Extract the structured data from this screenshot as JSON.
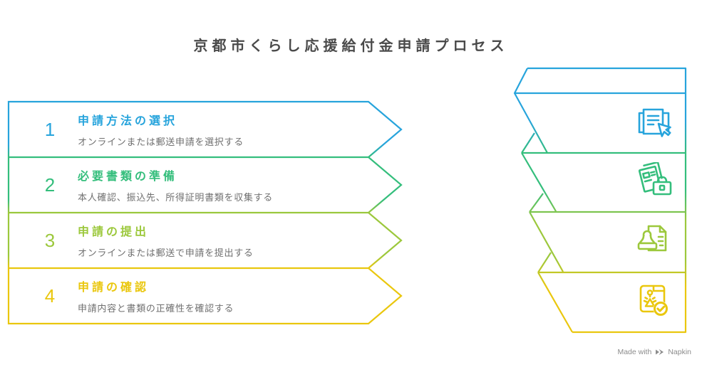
{
  "title": "京都市くらし応援給付金申請プロセス",
  "steps": [
    {
      "number": "1",
      "title": "申請方法の選択",
      "description": "オンラインまたは郵送申請を選択する",
      "color": "#27A4DC",
      "icon": "document-click-icon"
    },
    {
      "number": "2",
      "title": "必要書類の準備",
      "description": "本人確認、振込先、所得証明書類を収集する",
      "color": "#34BE7C",
      "icon": "documents-briefcase-icon"
    },
    {
      "number": "3",
      "title": "申請の提出",
      "description": "オンラインまたは郵送で申請を提出する",
      "color": "#9CC83C",
      "icon": "stamp-document-icon"
    },
    {
      "number": "4",
      "title": "申請の確認",
      "description": "申請内容と書類の正確性を確認する",
      "color": "#EAC70E",
      "icon": "certificate-check-icon"
    }
  ],
  "palette": {
    "step1_blue": "#27A4DC",
    "step2_green": "#34BE7C",
    "step3_yellow_green": "#9CC83C",
    "step4_yellow": "#EAC70E",
    "heading_text": "#4A4A4A",
    "description_text": "#707070",
    "footer_text": "#8C8C8C"
  },
  "footer": {
    "made_with": "Made with",
    "brand": "Napkin"
  }
}
